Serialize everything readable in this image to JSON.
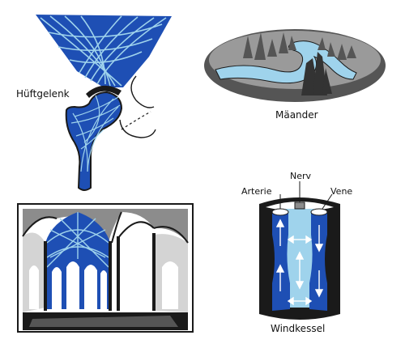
{
  "labels": {
    "hip": "Hüftgelenk",
    "meander": "Mäander",
    "windkessel": "Windkessel",
    "artery": "Arterie",
    "nerve": "Nerv",
    "vein": "Vene"
  },
  "colors": {
    "blue": "#1E4FB4",
    "light_blue": "#9FD3EC",
    "grey": "#8C8C8C",
    "dark_grey": "#555555",
    "light_grey": "#D4D4D4",
    "black": "#1A1A1A"
  }
}
